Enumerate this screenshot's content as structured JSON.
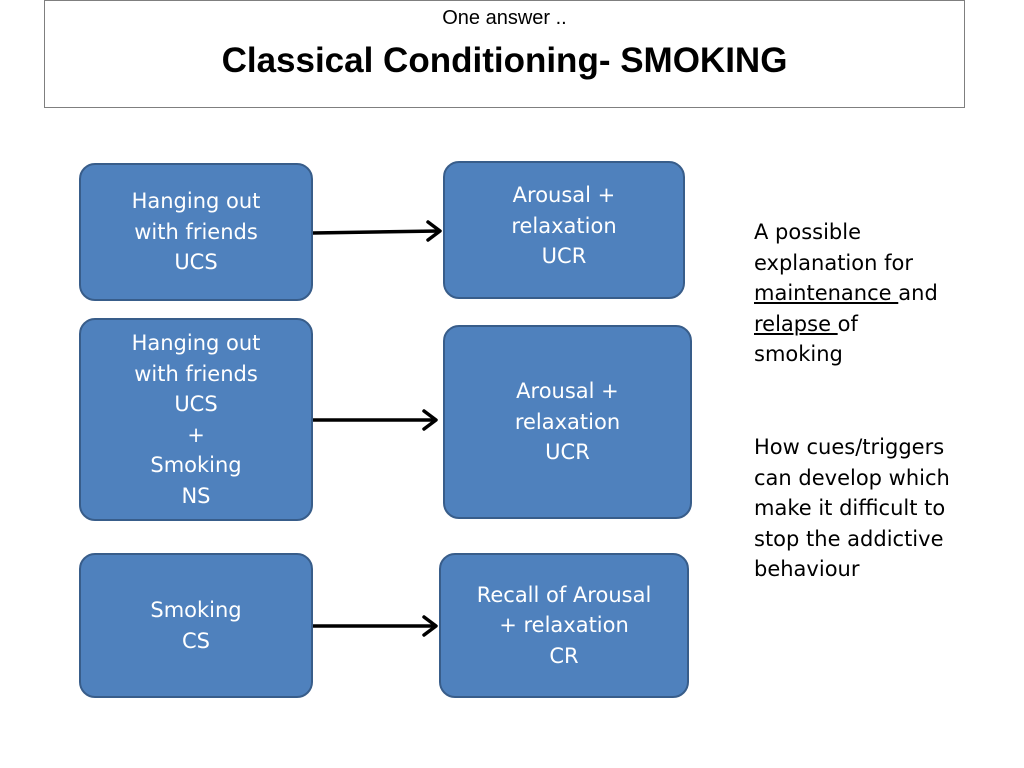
{
  "header": {
    "subtitle": "One answer ..",
    "title": "Classical Conditioning-  SMOKING"
  },
  "diagram": {
    "row1_left": "Hanging out\nwith friends\nUCS",
    "row1_right": "Arousal +\nrelaxation\nUCR",
    "row2_left": "Hanging out\nwith friends\nUCS\n+\nSmoking\nNS",
    "row2_right": "Arousal +\nrelaxation\nUCR",
    "row3_left": "Smoking\nCS",
    "row3_right": "Recall of Arousal\n+ relaxation\nCR"
  },
  "notes": {
    "p1_line1": "A possible",
    "p1_line2": "explanation for",
    "p1_maintenance": "maintenance ",
    "p1_and": "and",
    "p1_relapse": "relapse ",
    "p1_of": "of",
    "p1_line5": "smoking",
    "p2": "How cues/triggers\ncan develop which\nmake it difficult to\nstop the addictive\nbehaviour"
  },
  "colors": {
    "node_fill": "#4f81bd",
    "node_border": "#385d8a",
    "node_text": "#ffffff",
    "arrow": "#000000"
  }
}
